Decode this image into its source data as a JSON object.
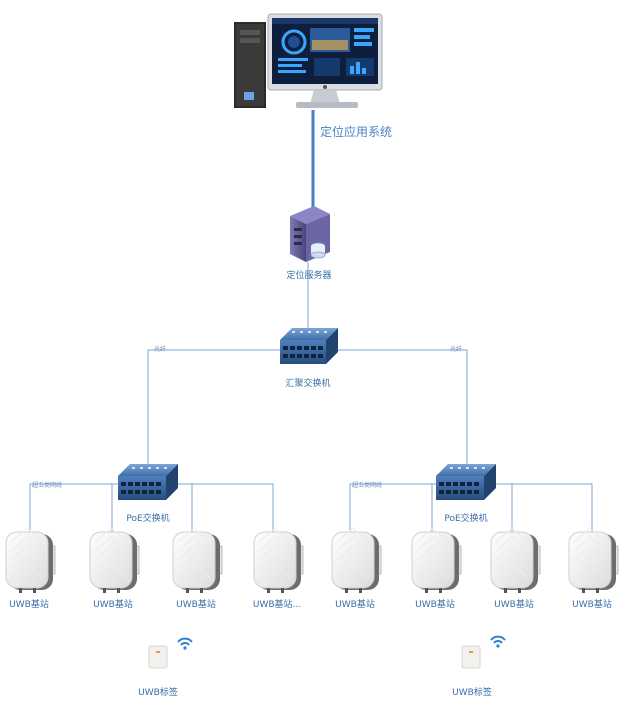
{
  "nodes": {
    "app_system": "定位应用系统",
    "server": "定位服务器",
    "agg_switch": "汇聚交换机",
    "poe_switch_left": "PoE交换机",
    "poe_switch_right": "PoE交换机"
  },
  "link_labels": {
    "fiber_left": "光纤",
    "fiber_right": "光纤",
    "cat5e_left": "超五类网线",
    "cat5e_right": "超五类网线"
  },
  "base_stations": [
    "UWB基站",
    "UWB基站",
    "UWB基站",
    "UWB基站...",
    "UWB基站",
    "UWB基站",
    "UWB基站",
    "UWB基站"
  ],
  "tags": [
    "UWB标签",
    "UWB标签"
  ],
  "colors": {
    "link": "#7ba6d8",
    "uplink": "#4a7fcc",
    "label": "#3a6ea8",
    "switch_body": "#3f6fa8",
    "server_body": "#5e5a8e"
  },
  "icons": {
    "workstation": "computer-monitor-icon",
    "server": "server-icon",
    "switch": "network-switch-icon",
    "base_station": "uwb-base-station-icon",
    "tag": "uwb-tag-icon",
    "wireless": "wifi-signal-icon"
  }
}
